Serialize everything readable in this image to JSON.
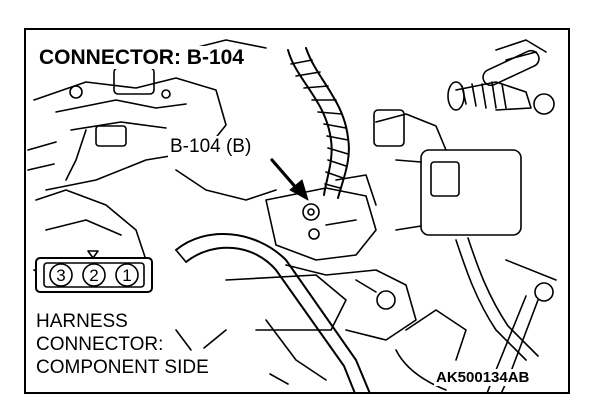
{
  "title": "CONNECTOR: B-104",
  "callout": "B-104 (B)",
  "connector": {
    "pins": [
      "3",
      "2",
      "1"
    ]
  },
  "harness_label": {
    "line1": "HARNESS",
    "line2": "CONNECTOR:",
    "line3": "COMPONENT SIDE"
  },
  "figure_id": "AK500134AB"
}
